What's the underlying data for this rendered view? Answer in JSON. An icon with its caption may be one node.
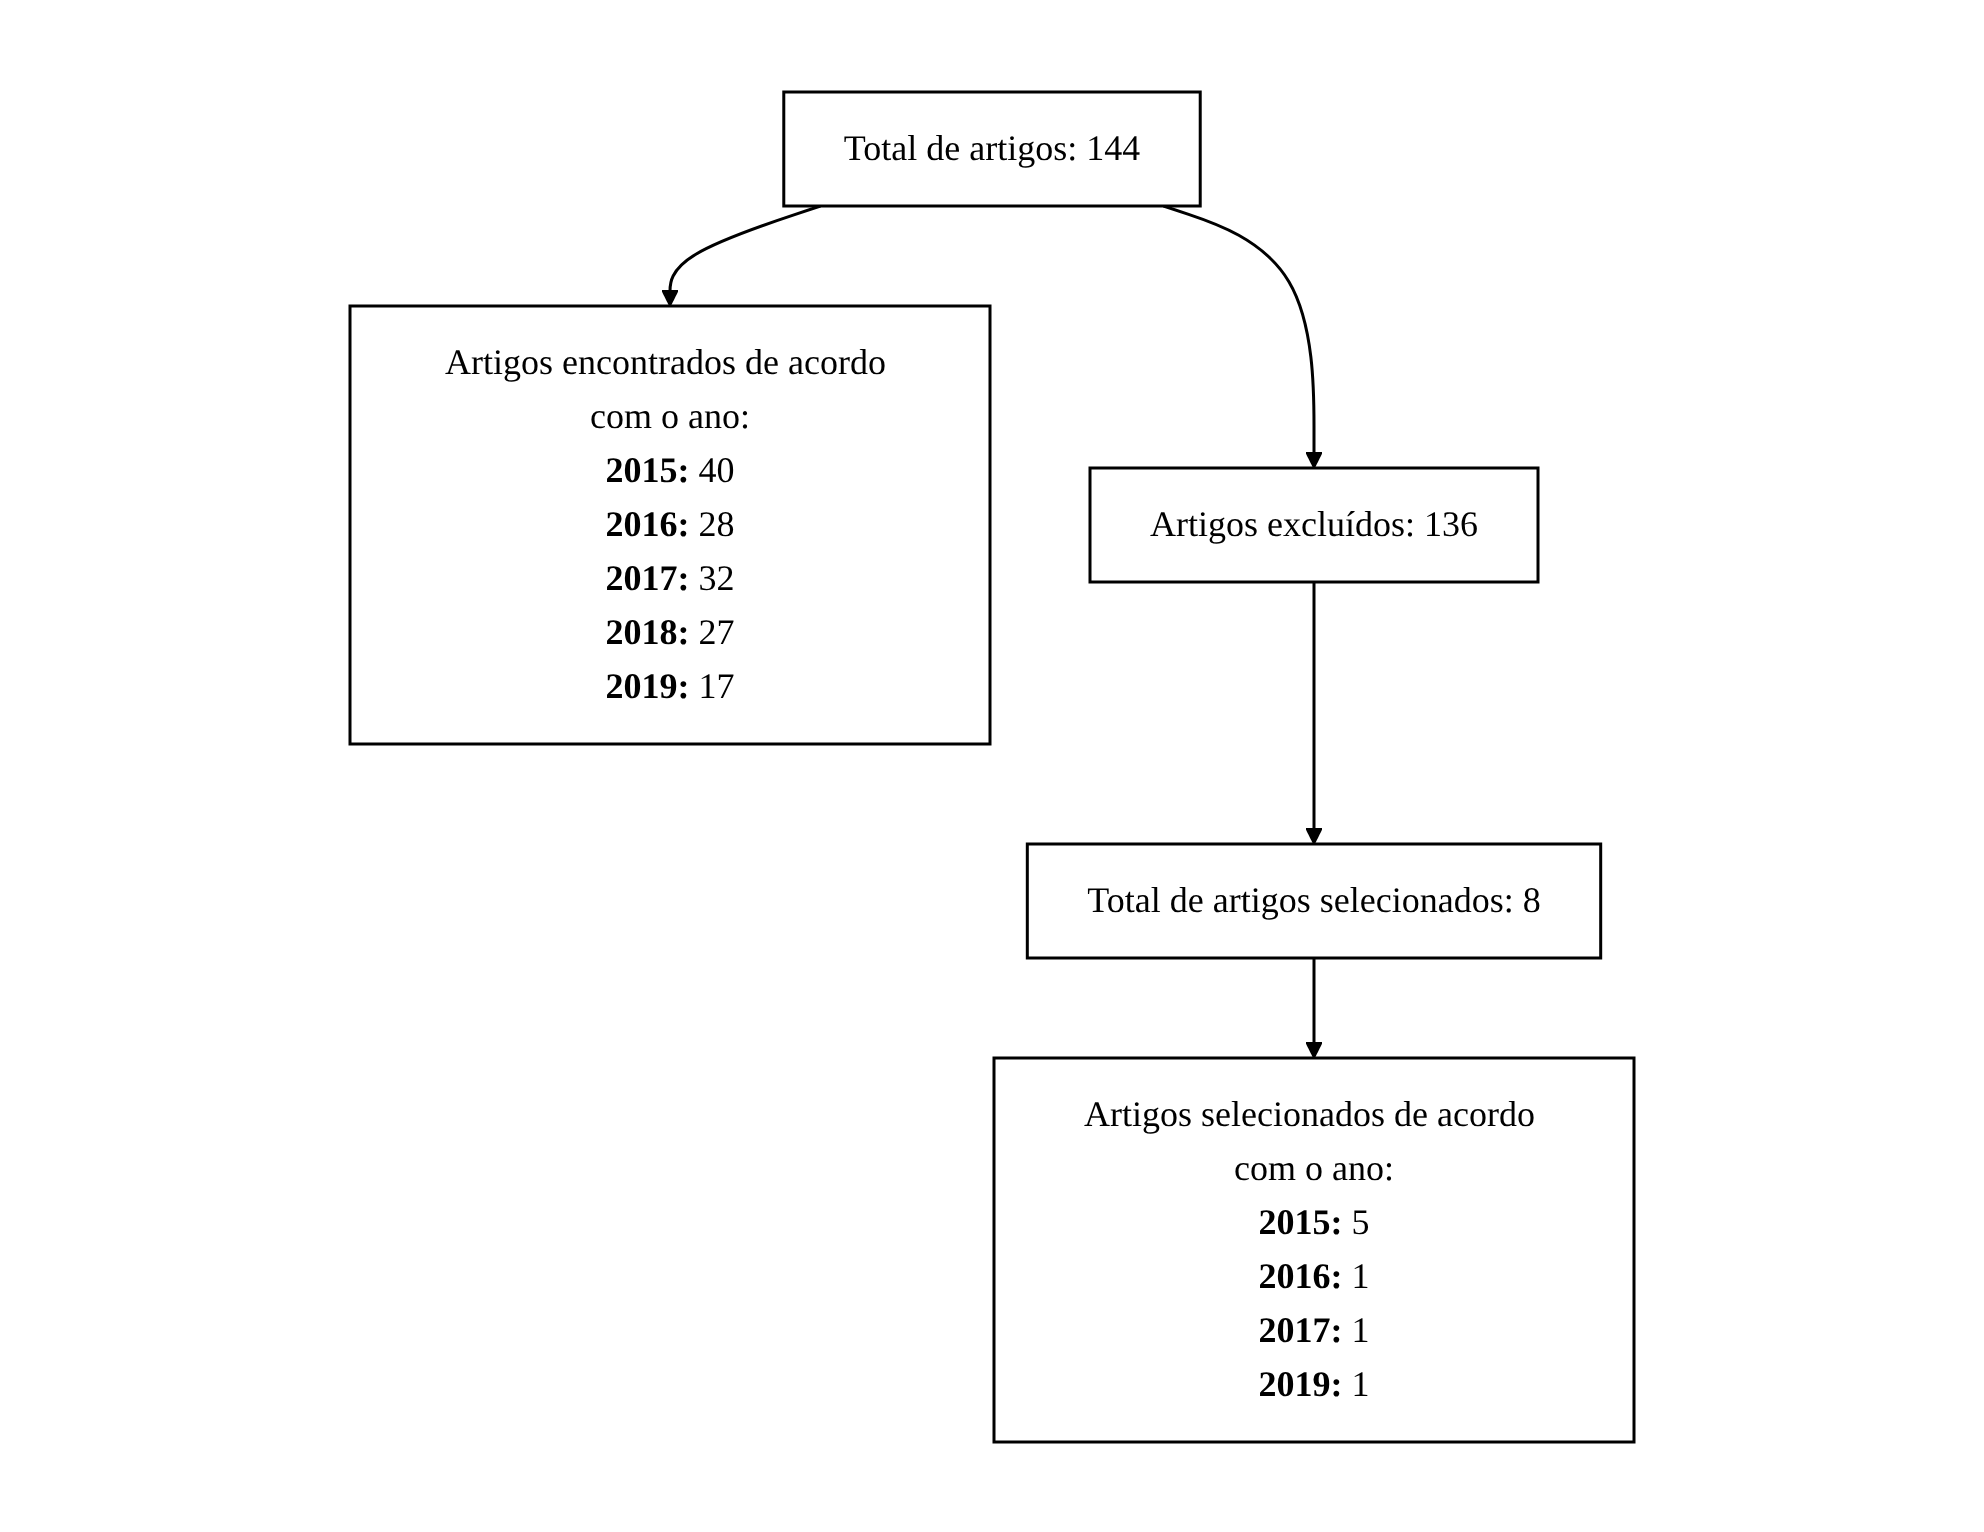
{
  "diagram": {
    "nodes": [
      {
        "text": [
          "Total de artigos: 144"
        ]
      },
      {
        "text": [
          "Artigos encontrados de acordo com o ano:",
          "**2015:** 40",
          "**2016:** 28",
          "**2017:** 32",
          "**2018:** 27",
          "**2019:** 17"
        ]
      },
      {
        "text": [
          "Artigos excluídos: 136"
        ]
      },
      {
        "text": [
          "Total de artigos selecionados: 8"
        ]
      },
      {
        "text": [
          "Artigos selecionados de acordo com o ano:",
          "**2015:** 5",
          "**2016:** 1",
          "**2017:** 1",
          "**2019:** 1"
        ]
      }
    ],
    "edges": [
      {
        "from": 0,
        "to": 1,
        "arrow": "to"
      },
      {
        "from": 0,
        "to": 2,
        "arrow": "to"
      },
      {
        "from": 2,
        "to": 3,
        "arrow": "to"
      },
      {
        "from": 3,
        "to": 4,
        "arrow": "to"
      }
    ]
  }
}
